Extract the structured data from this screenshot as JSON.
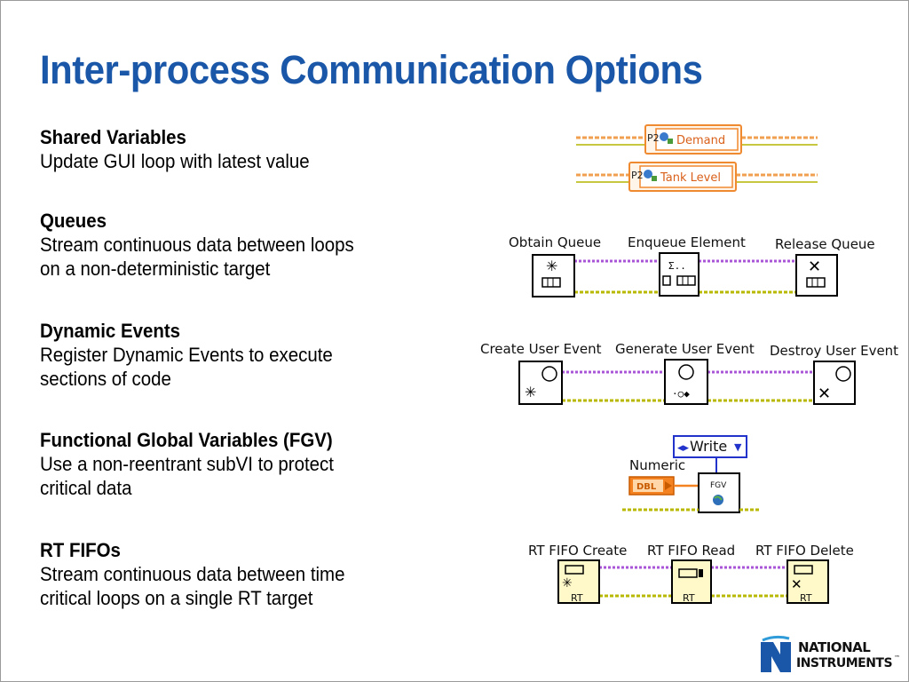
{
  "slide": {
    "title": "Inter-process Communication Options"
  },
  "topics": [
    {
      "title": "Shared Variables",
      "description": "Update GUI loop with latest value"
    },
    {
      "title": "Queues",
      "description": "Stream continuous data between loops\non a non-deterministic target"
    },
    {
      "title": "Dynamic Events",
      "description": "Register Dynamic Events to execute\nsections of code"
    },
    {
      "title": "Functional Global Variables (FGV)",
      "description": "Use a non-reentrant subVI to protect\ncritical data"
    },
    {
      "title": "RT FIFOs",
      "description": "Stream continuous data between time\ncritical loops on a single RT target"
    }
  ],
  "diagrams": {
    "shared_variables": {
      "items": [
        "Demand",
        "Tank Level"
      ]
    },
    "queues": {
      "labels": [
        "Obtain Queue",
        "Enqueue Element",
        "Release Queue"
      ]
    },
    "dynamic_events": {
      "labels": [
        "Create User Event",
        "Generate User Event",
        "Destroy User Event"
      ]
    },
    "fgv": {
      "mode": "Write",
      "control_label": "Numeric",
      "type": "DBL",
      "vi_name": "FGV"
    },
    "rt_fifos": {
      "labels": [
        "RT FIFO Create",
        "RT FIFO Read",
        "RT FIFO Delete"
      ],
      "node_caption": "RT"
    }
  },
  "logo": {
    "line1": "NATIONAL",
    "line2": "INSTRUMENTS",
    "trademark": "™"
  },
  "colors": {
    "title": "#1a57a8",
    "wire_purple": "#a855d8",
    "wire_yellow": "#b8b800",
    "wire_orange": "#f0a050",
    "node_border": "#000000",
    "shared_var_orange": "#f08a30",
    "fgv_blue": "#2233cc"
  }
}
